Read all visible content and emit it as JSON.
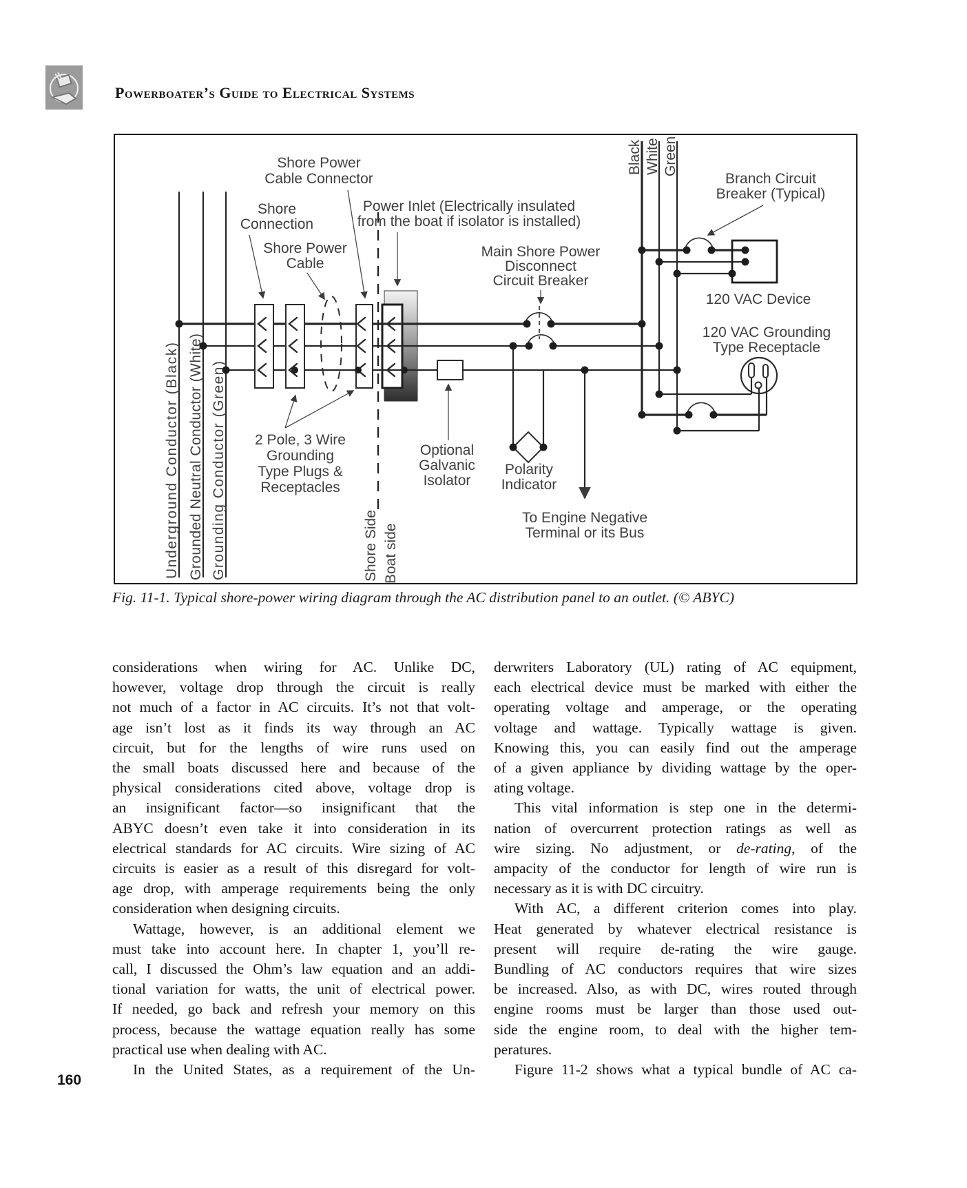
{
  "header": {
    "title": "Powerboater’s Guide to Electrical Systems"
  },
  "page_number": "160",
  "figure": {
    "caption": "Fig. 11-1. Typical shore-power wiring diagram through the AC distribution panel to an outlet. (© ABYC)",
    "labels": {
      "shore_power_cable_connector": [
        "Shore Power",
        "Cable Connector"
      ],
      "shore_connection": [
        "Shore",
        "Connection"
      ],
      "shore_power_cable": [
        "Shore Power",
        "Cable"
      ],
      "power_inlet": [
        "Power Inlet (Electrically insulated",
        "from the boat if isolator is installed)"
      ],
      "main_disconnect": [
        "Main Shore Power",
        "Disconnect",
        "Circuit Breaker"
      ],
      "bus": {
        "black": "Black",
        "white": "White",
        "green": "Green"
      },
      "branch_breaker": [
        "Branch Circuit",
        "Breaker (Typical)"
      ],
      "vac_device": "120 VAC Device",
      "vac_receptacle": [
        "120 VAC Grounding",
        "Type Receptacle"
      ],
      "two_pole": [
        "2 Pole, 3 Wire",
        "Grounding",
        "Type Plugs &",
        "Receptacles"
      ],
      "galvanic": [
        "Optional",
        "Galvanic",
        "Isolator"
      ],
      "polarity": [
        "Polarity",
        "Indicator"
      ],
      "engine_negative": [
        "To Engine Negative",
        "Terminal or its Bus"
      ],
      "shore_side": "Shore Side",
      "boat_side": "Boat side",
      "conductors": [
        "Underground Conductor (Black)",
        "Grounded Neutral Conductor (White)",
        "Grounding Conductor (Green)"
      ]
    }
  },
  "body": {
    "left": [
      "considerations when wiring for AC. Unlike DC,",
      "however, voltage drop through the circuit is really",
      "not much of a factor in AC circuits. It’s not that volt-",
      "age isn’t lost as it finds its way through an AC",
      "circuit, but for the lengths of wire runs used on",
      "the small boats discussed here and because of the",
      "physical considerations cited above, voltage drop is",
      "an insignificant factor—so insignificant that the",
      "ABYC doesn’t even take it into consideration in its",
      "electrical standards for AC circuits. Wire sizing of AC",
      "circuits is easier as a result of this disregard for volt-",
      "age drop, with amperage requirements being the only",
      "consideration when designing circuits.",
      "Wattage, however, is an additional element we",
      "must take into account here. In chapter 1, you’ll re-",
      "call, I discussed the Ohm’s law equation and an addi-",
      "tional variation for watts, the unit of electrical power.",
      "If needed, go back and refresh your memory on this",
      "process, because the wattage equation really has some",
      "practical use when dealing with AC.",
      "In the United States, as a requirement of the Un-"
    ],
    "right_top": [
      "derwriters Laboratory (UL) rating of AC equipment,",
      "each electrical device must be marked with either the",
      "operating voltage and amperage, or the operating",
      "voltage and wattage. Typically wattage is given.",
      "Knowing this, you can easily find out the amperage",
      "of a given appliance by dividing wattage by the oper-",
      "ating voltage.",
      "This vital information is step one in the determi-",
      "nation of overcurrent protection ratings as well as"
    ],
    "derating": {
      "pre": "wire sizing. No adjustment, or ",
      "italic": "de-rating",
      "post": ", of the"
    },
    "right_bottom": [
      "ampacity of the conductor for length of wire run is",
      "necessary as it is with DC circuitry.",
      "With AC, a different criterion comes into play.",
      "Heat generated by whatever electrical resistance is",
      "present will require de-rating the wire gauge.",
      "Bundling of AC conductors requires that wire sizes",
      "be increased. Also, as with DC, wires routed through",
      "engine rooms must be larger than those used out-",
      "side the engine room, to deal with the higher tem-",
      "peratures.",
      "Figure 11-2 shows what a typical bundle of AC ca-"
    ]
  }
}
